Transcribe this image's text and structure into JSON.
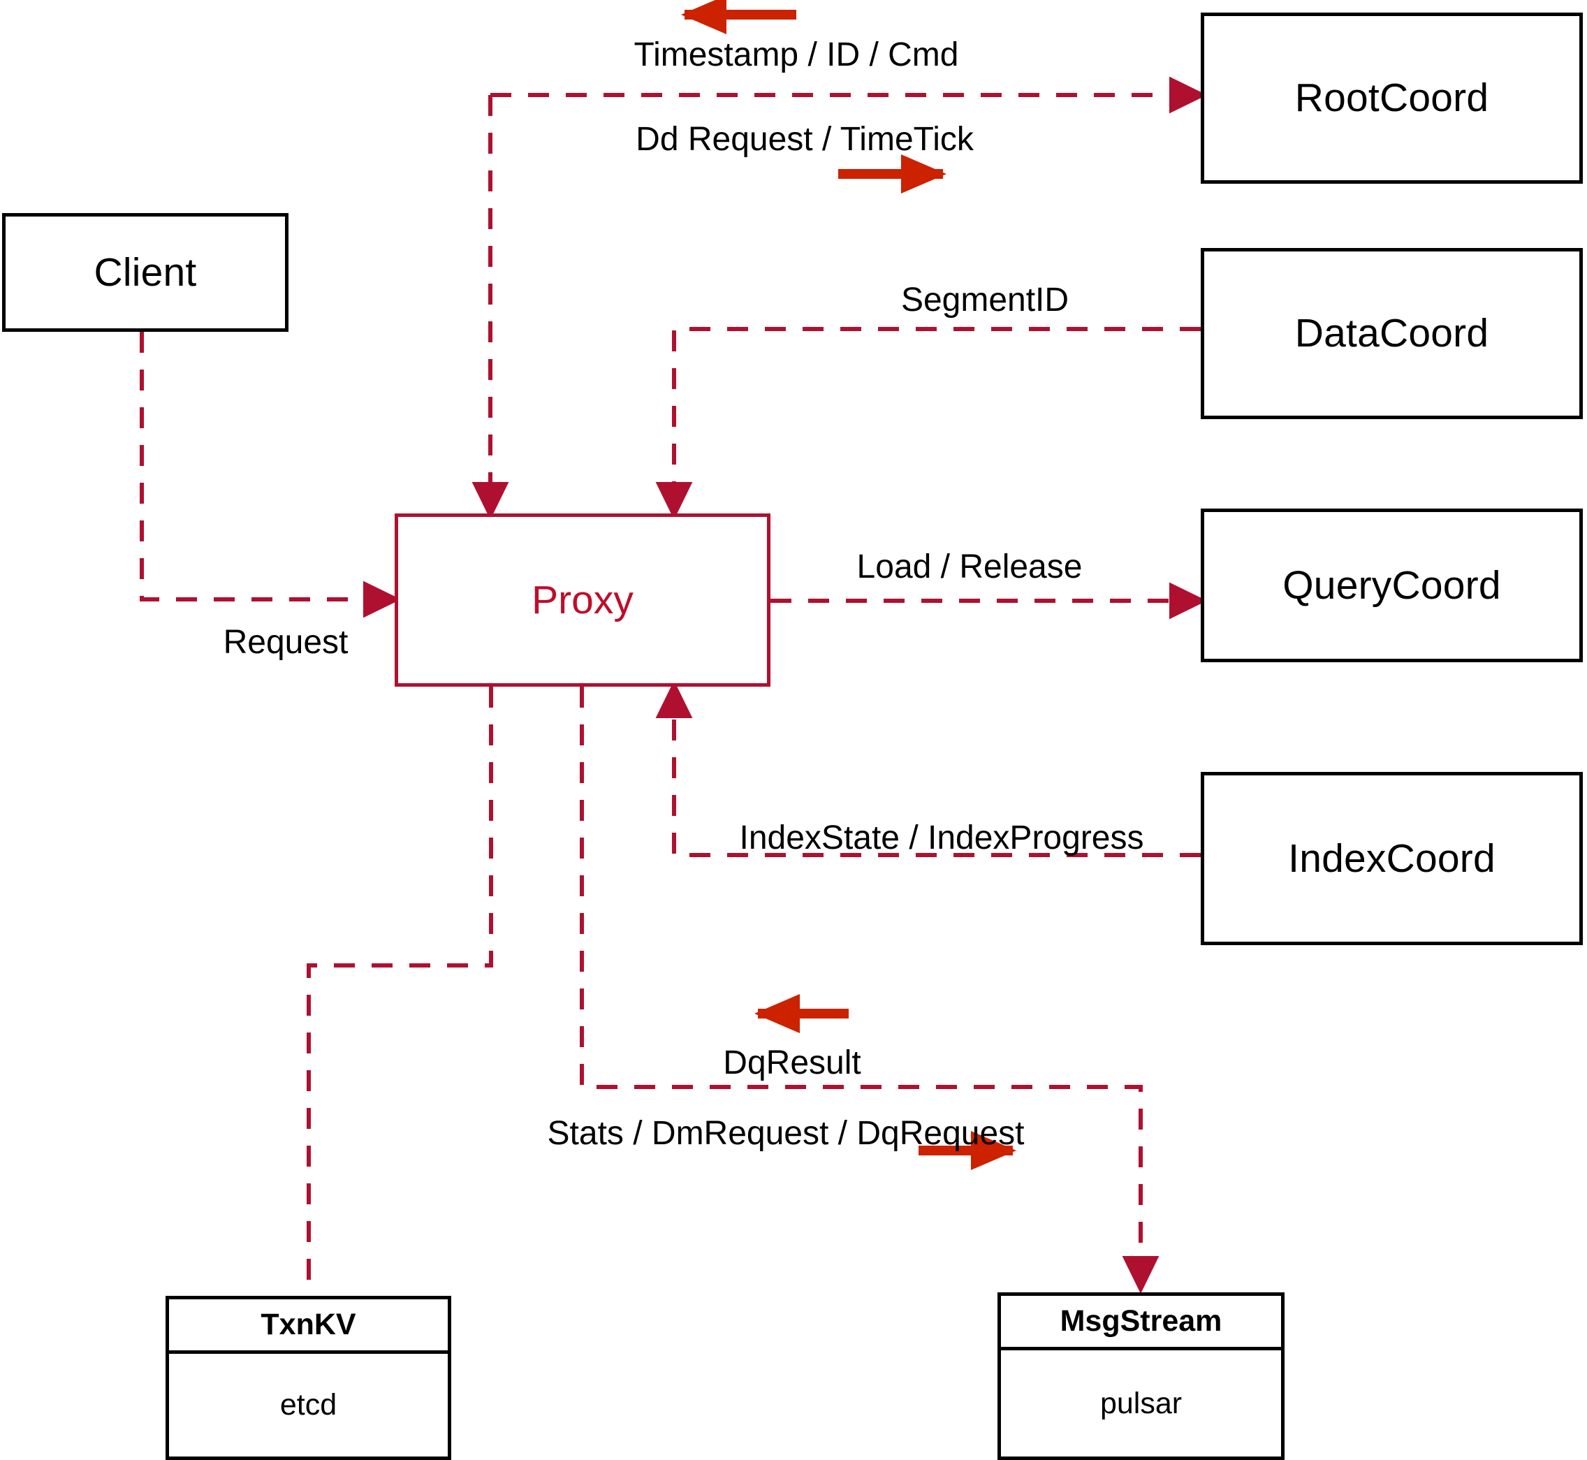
{
  "diagram": {
    "title": "Proxy architecture flow",
    "colors": {
      "dashed_line": "#B0102F",
      "solid_arrow": "#CC2200",
      "node_border": "#000000",
      "proxy_border": "#B0102F",
      "proxy_text": "#C00D2A",
      "background": "#FFFFFF"
    },
    "nodes": [
      {
        "id": "client",
        "label": "Client",
        "kind": "plain"
      },
      {
        "id": "proxy",
        "label": "Proxy",
        "kind": "highlight"
      },
      {
        "id": "root_coord",
        "label": "RootCoord",
        "kind": "plain"
      },
      {
        "id": "data_coord",
        "label": "DataCoord",
        "kind": "plain"
      },
      {
        "id": "query_coord",
        "label": "QueryCoord",
        "kind": "plain"
      },
      {
        "id": "index_coord",
        "label": "IndexCoord",
        "kind": "plain"
      }
    ],
    "stores": [
      {
        "id": "txnkv",
        "header": "TxnKV",
        "body": "etcd"
      },
      {
        "id": "msgstream",
        "header": "MsgStream",
        "body": "pulsar"
      }
    ],
    "edge_labels": [
      {
        "id": "timestamp_id_cmd",
        "text": "Timestamp / ID / Cmd",
        "direction": "left"
      },
      {
        "id": "dd_request_timetick",
        "text": "Dd Request / TimeTick",
        "direction": "right"
      },
      {
        "id": "segment_id",
        "text": "SegmentID",
        "direction": "left"
      },
      {
        "id": "load_release",
        "text": "Load / Release",
        "direction": "right"
      },
      {
        "id": "index_state",
        "text": "IndexState / IndexProgress",
        "direction": "left"
      },
      {
        "id": "request",
        "text": "Request",
        "direction": "right"
      },
      {
        "id": "dq_result",
        "text": "DqResult",
        "direction": "left"
      },
      {
        "id": "stats_dm_dq",
        "text": "Stats / DmRequest / DqRequest",
        "direction": "right"
      }
    ]
  }
}
